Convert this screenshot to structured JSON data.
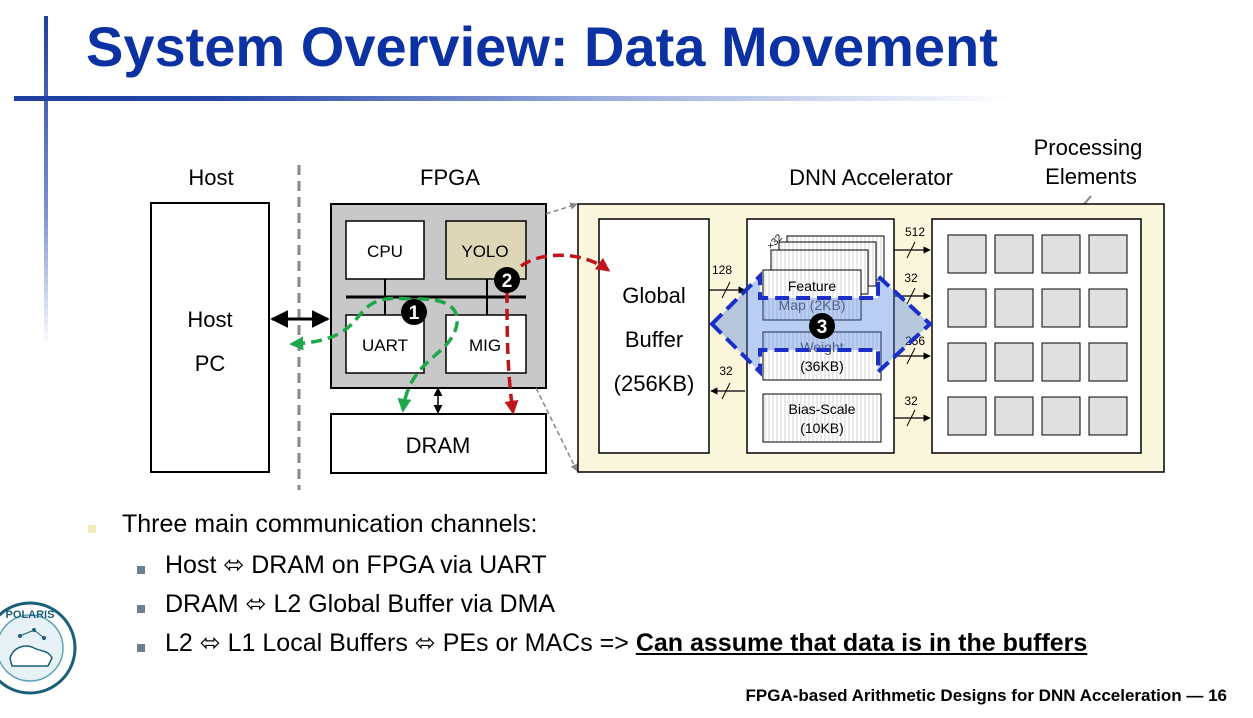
{
  "slide": {
    "title": "System Overview: Data Movement",
    "footer": "FPGA-based Arithmetic Designs for DNN Acceleration — 16"
  },
  "diagram": {
    "host_header": "Host",
    "fpga_header": "FPGA",
    "dnn_header": "DNN Accelerator",
    "pe_header_line1": "Processing",
    "pe_header_line2": "Elements",
    "host_box_line1": "Host",
    "host_box_line2": "PC",
    "cpu": "CPU",
    "yolo": "YOLO",
    "uart": "UART",
    "mig": "MIG",
    "dram": "DRAM",
    "gb_line1": "Global",
    "gb_line2": "Buffer",
    "gb_line3": "(256KB)",
    "feature_line1": "Feature",
    "feature_line2": "Map (2KB)",
    "weight_line1": "Weight",
    "weight_line2": "(36KB)",
    "bias_line1": "Bias-Scale",
    "bias_line2": "(10KB)",
    "x32": "×32",
    "bw_128": "128",
    "bw_32_gb": "32",
    "bw_512": "512",
    "bw_32_feat": "32",
    "bw_256": "256",
    "bw_32_bias": "32",
    "badge1": "1",
    "badge2": "2",
    "badge3": "3",
    "colors": {
      "green_path": "#1fa84a",
      "red_path": "#c0141c",
      "blue_path": "#1a2fc8",
      "accel_bg": "#fbf7dc",
      "yolo_bg": "#ddd7b8",
      "fpga_bg": "#c8c8c8"
    }
  },
  "bullets": {
    "main": "Three main communication channels:",
    "sub1": "Host ⬄ DRAM on FPGA via UART",
    "sub2": "DRAM ⬄ L2 Global Buffer via DMA",
    "sub3_prefix": "L2 ⬄ L1 Local Buffers ⬄ PEs or MACs => ",
    "sub3_emph": "Can assume that data is in the buffers"
  },
  "logo": {
    "text": "POLARIS"
  }
}
